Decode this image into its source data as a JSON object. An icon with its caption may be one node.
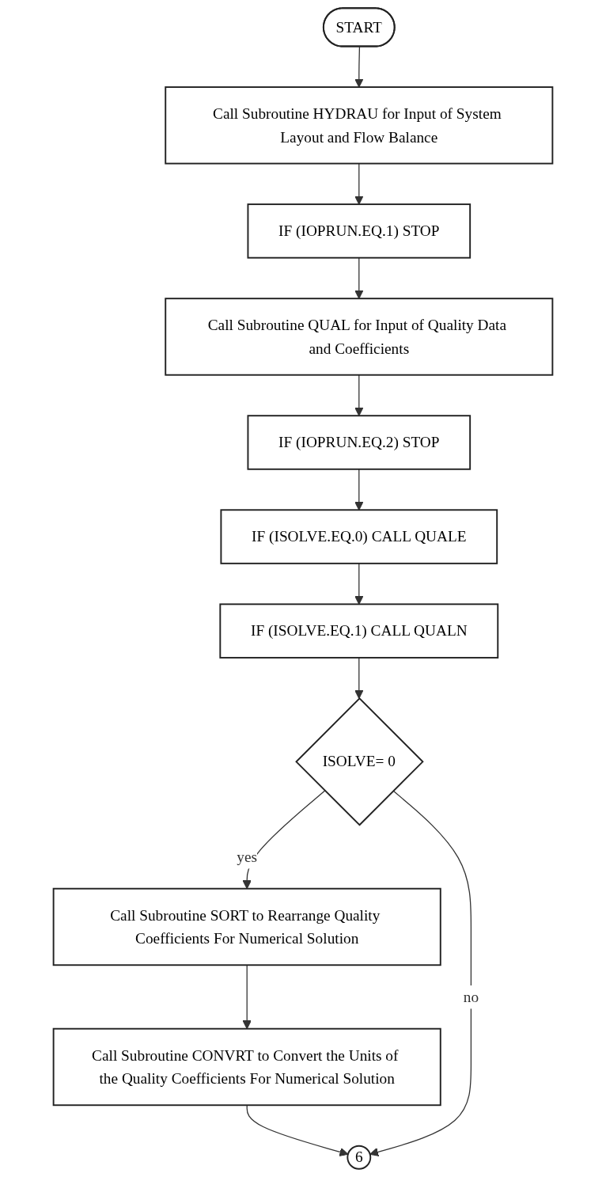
{
  "diagram": {
    "nodes": [
      {
        "text": [
          "START"
        ]
      },
      {
        "text": [
          "Call Subroutine HYDRAU for Input of System Layout and Flow Balance"
        ]
      },
      {
        "text": [
          "IF (IOPRUN.EQ.1) STOP"
        ]
      },
      {
        "text": [
          "Call Subroutine QUAL for Input of Quality Data and Coefficients"
        ]
      },
      {
        "text": [
          "IF (IOPRUN.EQ.2) STOP"
        ]
      },
      {
        "text": [
          "IF (ISOLVE.EQ.0) CALL QUALE"
        ]
      },
      {
        "text": [
          "IF (ISOLVE.EQ.1) CALL QUALN"
        ]
      },
      {
        "text": [
          "ISOLVE= 0"
        ]
      },
      {
        "text": [
          "Call Subroutine SORT to Rearrange Quality Coefficients For Numerical Solution"
        ]
      },
      {
        "text": [
          "Call Subroutine CONVRT to Convert the Units of the Quality Coefficients For Numerical Solution"
        ]
      },
      {
        "text": [
          "6"
        ]
      }
    ],
    "edges": [
      {
        "from": 0,
        "to": 1,
        "arrow": "to"
      },
      {
        "from": 1,
        "to": 2,
        "arrow": "to"
      },
      {
        "from": 2,
        "to": 3,
        "arrow": "to"
      },
      {
        "from": 3,
        "to": 4,
        "arrow": "to"
      },
      {
        "from": 4,
        "to": 5,
        "arrow": "to"
      },
      {
        "from": 5,
        "to": 6,
        "arrow": "to"
      },
      {
        "from": 6,
        "to": 7,
        "arrow": "to"
      },
      {
        "from": 7,
        "to": 8,
        "label": "yes",
        "arrow": "to"
      },
      {
        "from": 8,
        "to": 9,
        "arrow": "to"
      },
      {
        "from": 9,
        "to": 10,
        "arrow": "to"
      },
      {
        "from": 7,
        "to": 10,
        "label": "no",
        "arrow": "to"
      }
    ]
  }
}
